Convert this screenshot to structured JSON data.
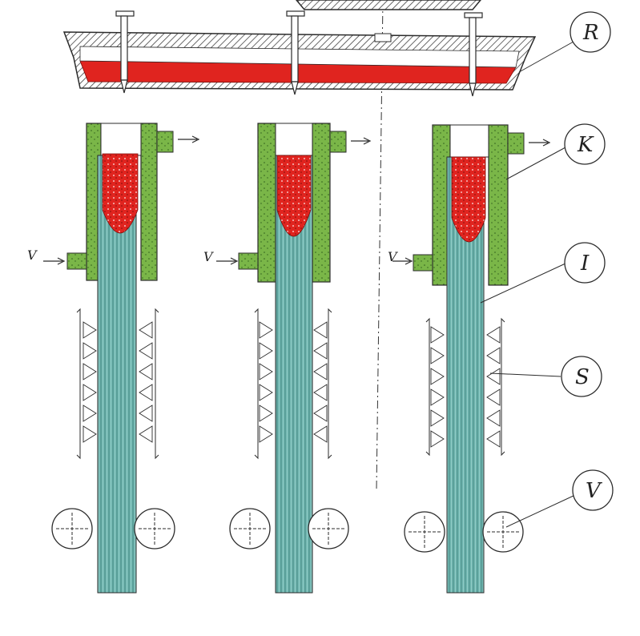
{
  "labels": {
    "R": "R",
    "K": "K",
    "I": "I",
    "S": "S",
    "V": "V"
  },
  "water_labels": [
    "V",
    "V",
    "V"
  ],
  "colors": {
    "steel": "#e0241f",
    "mold": "#7ab648",
    "ingot": "#6fb6b0",
    "hatch": "#444444",
    "outline": "#2b2b2b"
  },
  "icons": {
    "flow_arrow": "arrow-right-icon",
    "roller": "crosshair-circle-icon"
  }
}
